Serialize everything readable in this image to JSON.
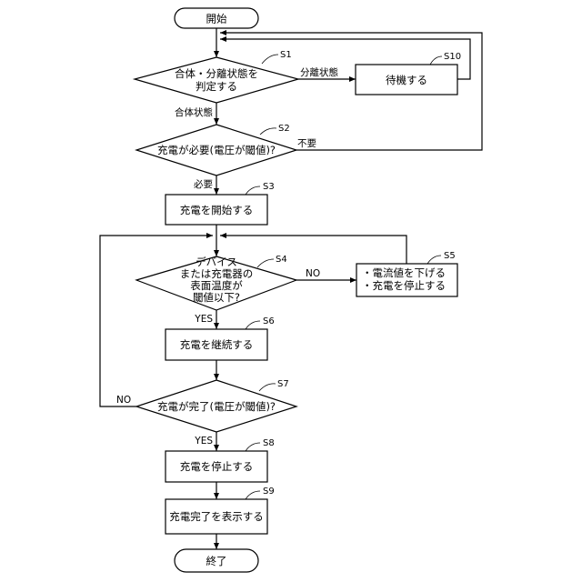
{
  "nodes": {
    "start": {
      "text": "開始"
    },
    "s1": {
      "step": "S1",
      "lines": [
        "合体・分離状態を",
        "判定する"
      ]
    },
    "s10": {
      "step": "S10",
      "lines": [
        "待機する"
      ]
    },
    "s2": {
      "step": "S2",
      "lines": [
        "充電が必要(電圧が閾値)?"
      ]
    },
    "s3": {
      "step": "S3",
      "lines": [
        "充電を開始する"
      ]
    },
    "s4": {
      "step": "S4",
      "lines": [
        "デバイス",
        "または充電器の",
        "表面温度が",
        "閾値以下?"
      ]
    },
    "s5": {
      "step": "S5",
      "lines": [
        "・電流値を下げる",
        "・充電を停止する"
      ]
    },
    "s6": {
      "step": "S6",
      "lines": [
        "充電を継続する"
      ]
    },
    "s7": {
      "step": "S7",
      "lines": [
        "充電が完了(電圧が閾値)?"
      ]
    },
    "s8": {
      "step": "S8",
      "lines": [
        "充電を停止する"
      ]
    },
    "s9": {
      "step": "S9",
      "lines": [
        "充電完了を表示する"
      ]
    },
    "end": {
      "text": "終了"
    }
  },
  "edge_labels": {
    "s1_separated": "分離状態",
    "s1_combined": "合体状態",
    "s2_not_needed": "不要",
    "s2_needed": "必要",
    "s4_no": "NO",
    "s4_yes": "YES",
    "s7_no": "NO",
    "s7_yes": "YES"
  }
}
